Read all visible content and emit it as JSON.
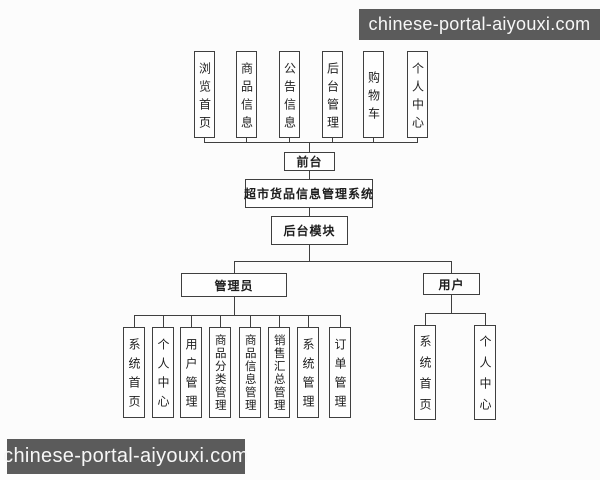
{
  "watermarks": {
    "top": "chinese-portal-aiyouxi.com",
    "bottom": "chinese-portal-aiyouxi.com"
  },
  "diagram": {
    "system_title": "超市货品信息管理系统",
    "frontend": {
      "label": "前台",
      "modules": [
        "浏览首页",
        "商品信息",
        "公告信息",
        "后台管理",
        "购物车",
        "个人中心"
      ]
    },
    "backend": {
      "label": "后台模块",
      "admin": {
        "label": "管理员",
        "modules": [
          "系统首页",
          "个人中心",
          "用户管理",
          "商品分类管理",
          "商品信息管理",
          "销售汇总管理",
          "系统管理",
          "订单管理"
        ]
      },
      "user": {
        "label": "用户",
        "modules": [
          "系统首页",
          "个人中心"
        ]
      }
    }
  },
  "colors": {
    "background": "#fcfcfc",
    "box_fill": "#fefefe",
    "line": "#3f3f3f",
    "watermark_bg": "#5b5b5b",
    "watermark_text": "#f7f7f7"
  }
}
